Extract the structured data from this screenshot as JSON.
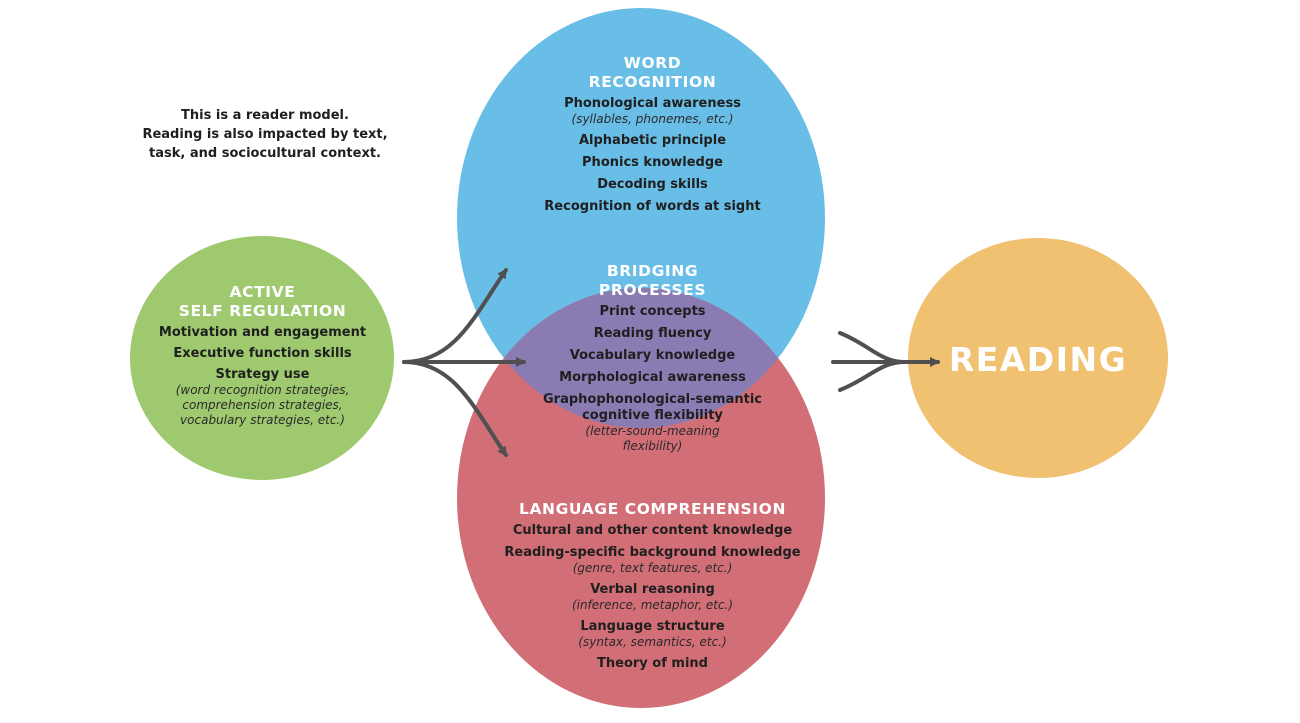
{
  "note": {
    "lines": [
      "This is a reader model.",
      "Reading is also impacted by text,",
      "task, and sociocultural context."
    ]
  },
  "word_recognition": {
    "color": "#69bee7",
    "title_lines": [
      "WORD",
      "RECOGNITION"
    ],
    "items": [
      {
        "text": [
          "Phonological awareness"
        ],
        "sub": [
          "(syllables, phonemes, etc.)"
        ]
      },
      {
        "text": [
          "Alphabetic principle"
        ],
        "sub": []
      },
      {
        "text": [
          "Phonics knowledge"
        ],
        "sub": []
      },
      {
        "text": [
          "Decoding skills"
        ],
        "sub": []
      },
      {
        "text": [
          "Recognition of words at sight"
        ],
        "sub": []
      }
    ]
  },
  "bridging_processes": {
    "color": "#8a7bb3",
    "title_lines": [
      "BRIDGING",
      "PROCESSES"
    ],
    "items": [
      {
        "text": [
          "Print concepts"
        ],
        "sub": []
      },
      {
        "text": [
          "Reading fluency"
        ],
        "sub": []
      },
      {
        "text": [
          "Vocabulary knowledge"
        ],
        "sub": []
      },
      {
        "text": [
          "Morphological awareness"
        ],
        "sub": []
      },
      {
        "text": [
          "Graphophonological-semantic",
          "cognitive flexibility"
        ],
        "sub": [
          "(letter-sound-meaning",
          "flexibility)"
        ]
      }
    ]
  },
  "language_comprehension": {
    "color": "#d16e76",
    "title_lines": [
      "LANGUAGE COMPREHENSION"
    ],
    "items": [
      {
        "text": [
          "Cultural and other content knowledge"
        ],
        "sub": []
      },
      {
        "text": [
          "Reading-specific background knowledge"
        ],
        "sub": [
          "(genre, text features, etc.)"
        ]
      },
      {
        "text": [
          "Verbal reasoning"
        ],
        "sub": [
          "(inference, metaphor, etc.)"
        ]
      },
      {
        "text": [
          "Language structure"
        ],
        "sub": [
          "(syntax, semantics, etc.)"
        ]
      },
      {
        "text": [
          "Theory of mind"
        ],
        "sub": []
      }
    ]
  },
  "active_self_regulation": {
    "color": "#9fc96f",
    "title_lines": [
      "ACTIVE",
      "SELF REGULATION"
    ],
    "items": [
      {
        "text": [
          "Motivation and engagement"
        ],
        "sub": []
      },
      {
        "text": [
          "Executive function skills"
        ],
        "sub": []
      },
      {
        "text": [
          "Strategy use"
        ],
        "sub": [
          "(word recognition strategies,",
          "comprehension strategies,",
          "vocabulary strategies, etc.)"
        ]
      }
    ]
  },
  "reading": {
    "color": "#f0c170",
    "label": "READING"
  },
  "arrow_color": "#505050"
}
